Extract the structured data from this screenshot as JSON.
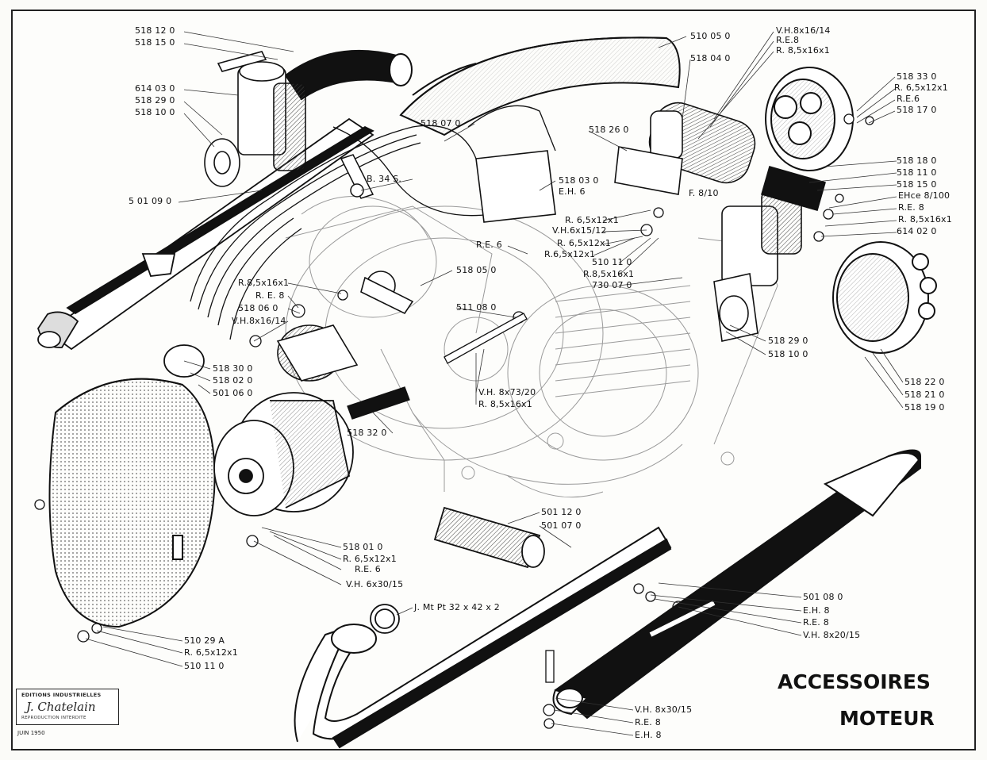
{
  "title": {
    "line1": "ACCESSOIRES",
    "line2": "MOTEUR"
  },
  "publisher": {
    "name": "EDITIONS INDUSTRIELLES",
    "signature": "J. Chatelain",
    "notice": "REPRODUCTION INTERDITE",
    "date": "JUIN 1950"
  },
  "labels": [
    {
      "id": "l01",
      "text": "518 12 0"
    },
    {
      "id": "l02",
      "text": "518 15 0"
    },
    {
      "id": "l03",
      "text": "614 03 0"
    },
    {
      "id": "l04",
      "text": "518 29 0"
    },
    {
      "id": "l05",
      "text": "518 10 0"
    },
    {
      "id": "l06",
      "text": "5 01 09 0"
    },
    {
      "id": "l07",
      "text": "510 05 0"
    },
    {
      "id": "l08",
      "text": "518 04 0"
    },
    {
      "id": "l09",
      "text": "V.H.8x16/14"
    },
    {
      "id": "l10",
      "text": "R.E.8"
    },
    {
      "id": "l11",
      "text": "R. 8,5x16x1"
    },
    {
      "id": "l12",
      "text": "518 33 0"
    },
    {
      "id": "l13",
      "text": "R. 6,5x12x1"
    },
    {
      "id": "l14",
      "text": "R.E.6"
    },
    {
      "id": "l15",
      "text": "518 17 0"
    },
    {
      "id": "l16",
      "text": "518 07 0"
    },
    {
      "id": "l17",
      "text": "518 26 0"
    },
    {
      "id": "l18",
      "text": "B. 34 S."
    },
    {
      "id": "l19",
      "text": "518 03 0"
    },
    {
      "id": "l20",
      "text": "E.H. 6"
    },
    {
      "id": "l21",
      "text": "F. 8/10"
    },
    {
      "id": "l22",
      "text": "518 18 0"
    },
    {
      "id": "l23",
      "text": "518 11 0"
    },
    {
      "id": "l24",
      "text": "518 15 0"
    },
    {
      "id": "l25",
      "text": "EHce 8/100"
    },
    {
      "id": "l26",
      "text": "R.E. 8"
    },
    {
      "id": "l27",
      "text": "R. 8,5x16x1"
    },
    {
      "id": "l28",
      "text": "614 02 0"
    },
    {
      "id": "l29",
      "text": "R. 6,5x12x1"
    },
    {
      "id": "l30",
      "text": "V.H.6x15/12"
    },
    {
      "id": "l31",
      "text": "R. 6,5x12x1"
    },
    {
      "id": "l32",
      "text": "R.6,5x12x1"
    },
    {
      "id": "l33",
      "text": "R.E. 6"
    },
    {
      "id": "l34",
      "text": "510 11 0"
    },
    {
      "id": "l35",
      "text": "R.8,5x16x1"
    },
    {
      "id": "l36",
      "text": "730 07 0"
    },
    {
      "id": "l37",
      "text": "518 05 0"
    },
    {
      "id": "l38",
      "text": "R.8,5x16x1"
    },
    {
      "id": "l39",
      "text": "R. E. 8"
    },
    {
      "id": "l40",
      "text": "518 06 0"
    },
    {
      "id": "l41",
      "text": "V.H.8x16/14"
    },
    {
      "id": "l42",
      "text": "511 08 0"
    },
    {
      "id": "l43",
      "text": "518 29 0"
    },
    {
      "id": "l44",
      "text": "518 10 0"
    },
    {
      "id": "l45",
      "text": "518 30 0"
    },
    {
      "id": "l46",
      "text": "518 02 0"
    },
    {
      "id": "l47",
      "text": "501 06 0"
    },
    {
      "id": "l48",
      "text": "V.H. 8x73/20"
    },
    {
      "id": "l49",
      "text": "R. 8,5x16x1"
    },
    {
      "id": "l50",
      "text": "518 22 0"
    },
    {
      "id": "l51",
      "text": "518 21 0"
    },
    {
      "id": "l52",
      "text": "518 19 0"
    },
    {
      "id": "l53",
      "text": "518 32 0"
    },
    {
      "id": "l54",
      "text": "501 12 0"
    },
    {
      "id": "l55",
      "text": "501 07 0"
    },
    {
      "id": "l56",
      "text": "518 01 0"
    },
    {
      "id": "l57",
      "text": "R. 6,5x12x1"
    },
    {
      "id": "l58",
      "text": "R.E. 6"
    },
    {
      "id": "l59",
      "text": "V.H. 6x30/15"
    },
    {
      "id": "l60",
      "text": "J. Mt Pt 32 x 42 x 2"
    },
    {
      "id": "l61",
      "text": "501 08 0"
    },
    {
      "id": "l62",
      "text": "E.H. 8"
    },
    {
      "id": "l63",
      "text": "R.E. 8"
    },
    {
      "id": "l64",
      "text": "V.H. 8x20/15"
    },
    {
      "id": "l65",
      "text": "510 29 A"
    },
    {
      "id": "l66",
      "text": "R. 6,5x12x1"
    },
    {
      "id": "l67",
      "text": "510 11 0"
    },
    {
      "id": "l68",
      "text": "V.H. 8x30/15"
    },
    {
      "id": "l69",
      "text": "R.E. 8"
    },
    {
      "id": "l70",
      "text": "E.H. 8"
    }
  ]
}
